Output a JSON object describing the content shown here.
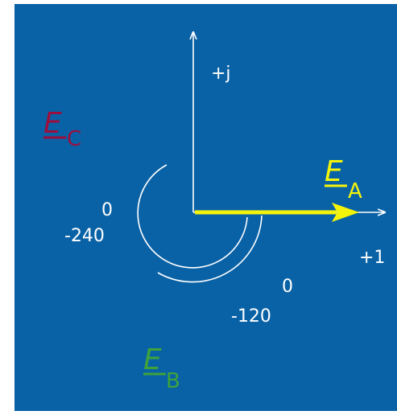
{
  "axes": {
    "imag_label": "+j",
    "real_label": "+1"
  },
  "phasors": {
    "A": {
      "letter": "E",
      "sub": "A",
      "color": "#f4f40a",
      "angle_deg": 0
    },
    "B": {
      "letter": "E",
      "sub": "B",
      "color": "#3fa33a"
    },
    "C": {
      "letter": "E",
      "sub": "C",
      "color": "#9a0f3e"
    }
  },
  "arc_labels": {
    "c_start": "0",
    "c_end": "-240",
    "b_start": "0",
    "b_end": "-120"
  },
  "colors": {
    "background": "#0a62a6",
    "axes": "#ffffff"
  }
}
